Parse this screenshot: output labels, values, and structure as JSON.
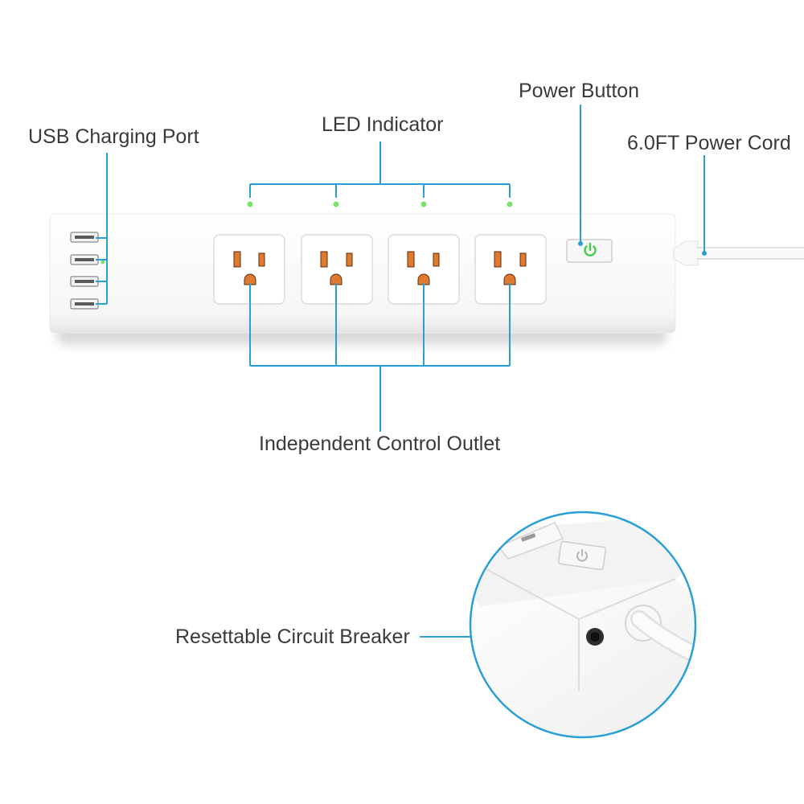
{
  "labels": {
    "usb_port": "USB Charging Port",
    "led": "LED Indicator",
    "power_button": "Power Button",
    "power_cord": "6.0FT Power Cord",
    "outlets": "Independent Control Outlet",
    "breaker": "Resettable Circuit Breaker"
  },
  "colors": {
    "callout": "#2a9fd6",
    "led": "#7ee06a",
    "power_glow": "#3ecf4a",
    "outlet_slot": "#e07a2e",
    "body": "#ffffff",
    "shadow": "#d9d9d9"
  },
  "counts": {
    "usb_ports": 4,
    "outlets": 4
  }
}
